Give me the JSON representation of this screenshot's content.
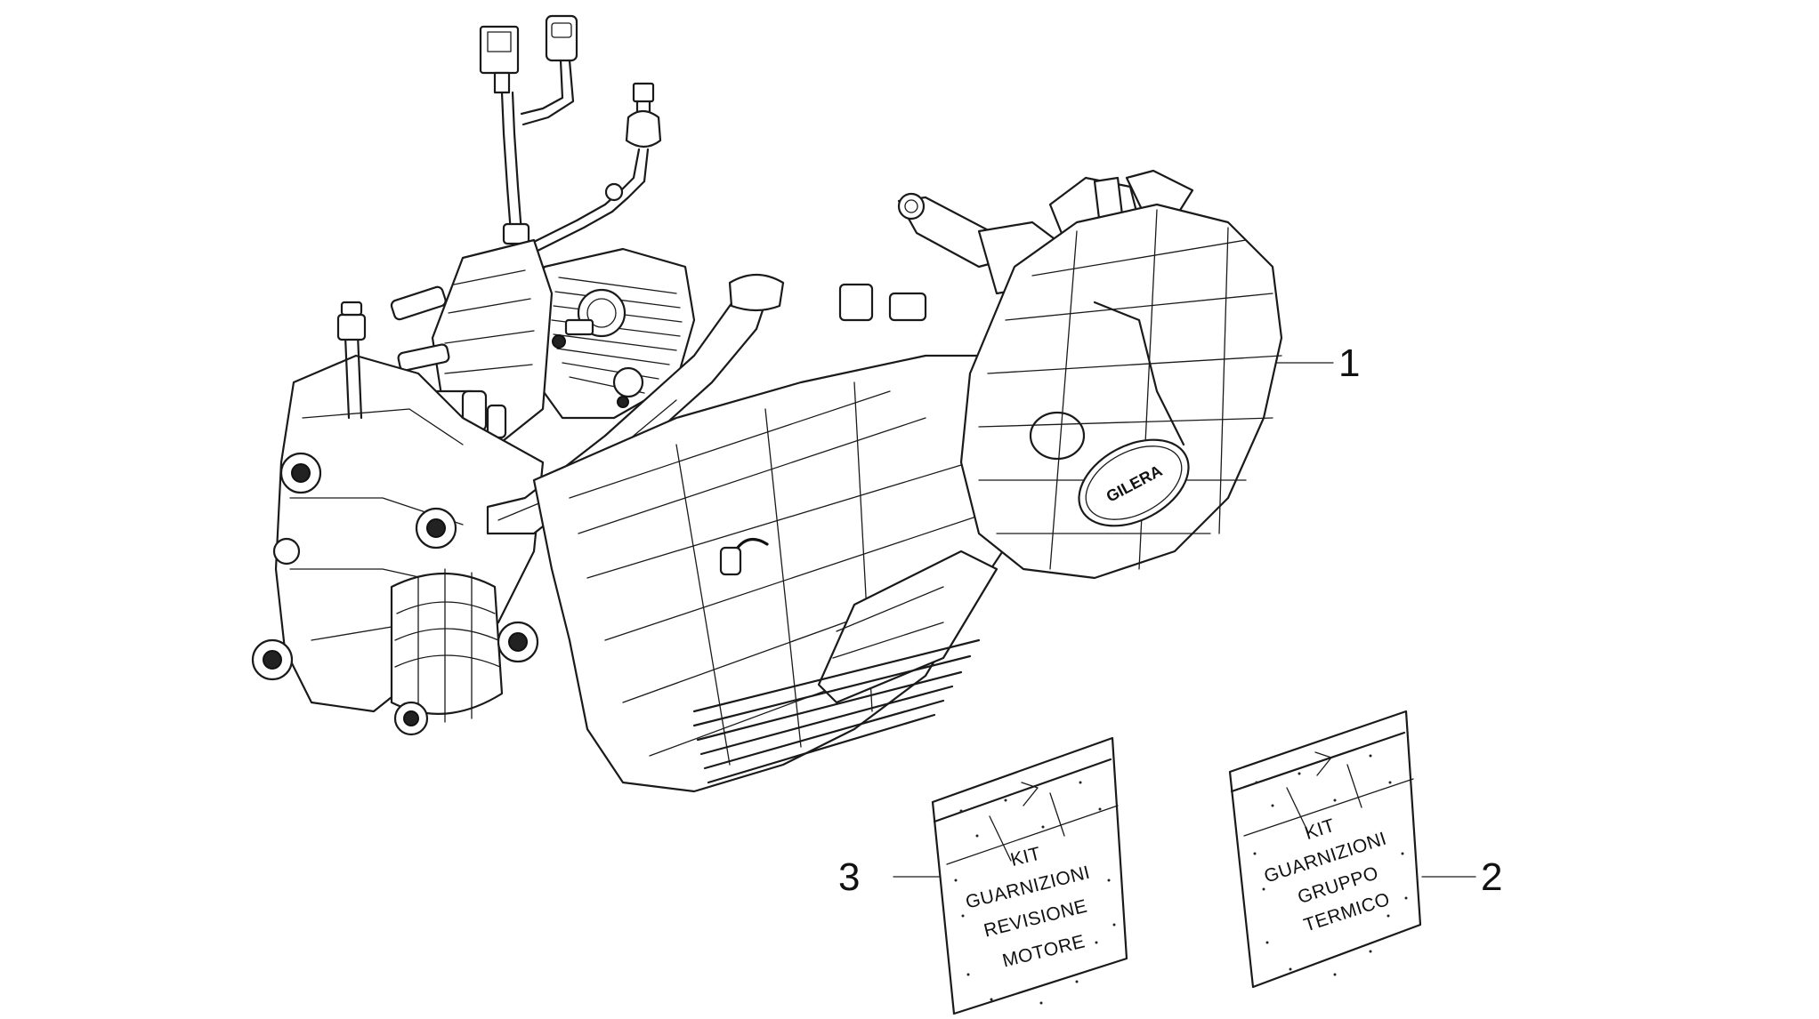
{
  "callouts": [
    {
      "id": "1",
      "label": "1"
    },
    {
      "id": "2",
      "label": "2"
    },
    {
      "id": "3",
      "label": "3"
    }
  ],
  "kit_bags": {
    "right": {
      "lines": [
        "KIT",
        "GUARNIZIONI",
        "GRUPPO",
        "TERMICO"
      ]
    },
    "left": {
      "lines": [
        "KIT",
        "GUARNIZIONI",
        "REVISIONE",
        "MOTORE"
      ]
    }
  },
  "engine": {
    "brand_logo": "GILERA"
  },
  "colors": {
    "line": "#1a1a1a",
    "background": "#ffffff"
  }
}
